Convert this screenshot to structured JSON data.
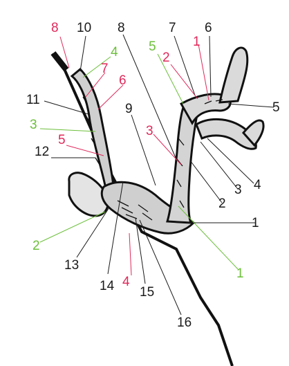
{
  "colors": {
    "black": "#1a1a1a",
    "red": "#e0285a",
    "green": "#6cbf3a",
    "figure_fill": "#d9d9d9",
    "figure_stroke": "#111111"
  },
  "labels": {
    "black": [
      "1",
      "2",
      "3",
      "4",
      "5",
      "6",
      "7",
      "8",
      "9",
      "10",
      "11",
      "12",
      "13",
      "14",
      "15",
      "16"
    ],
    "red": [
      "1",
      "2",
      "3",
      "4",
      "5",
      "6",
      "7",
      "8"
    ],
    "green": [
      "1",
      "2",
      "3",
      "4",
      "5"
    ]
  }
}
